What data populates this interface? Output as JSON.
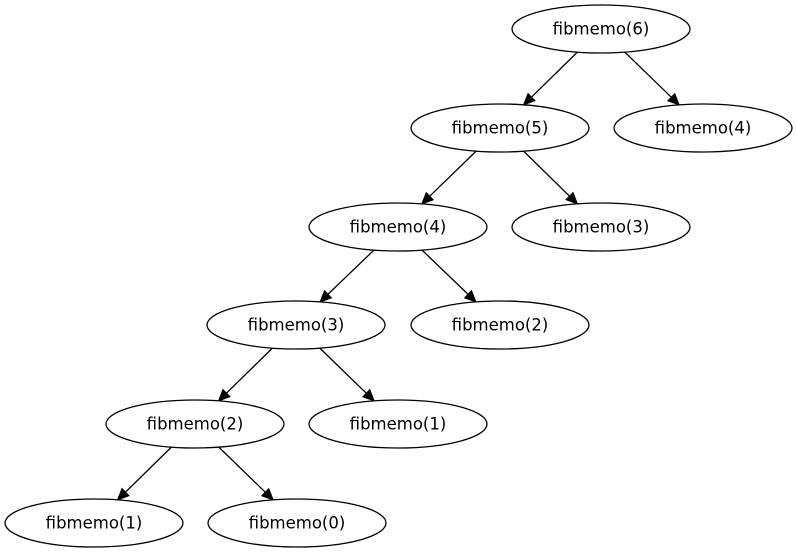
{
  "nodes": [
    {
      "id": "n6",
      "label": "fibmemo(6)"
    },
    {
      "id": "n5",
      "label": "fibmemo(5)"
    },
    {
      "id": "n4b",
      "label": "fibmemo(4)"
    },
    {
      "id": "n4",
      "label": "fibmemo(4)"
    },
    {
      "id": "n3b",
      "label": "fibmemo(3)"
    },
    {
      "id": "n3",
      "label": "fibmemo(3)"
    },
    {
      "id": "n2b",
      "label": "fibmemo(2)"
    },
    {
      "id": "n2",
      "label": "fibmemo(2)"
    },
    {
      "id": "n1b",
      "label": "fibmemo(1)"
    },
    {
      "id": "n1",
      "label": "fibmemo(1)"
    },
    {
      "id": "n0",
      "label": "fibmemo(0)"
    }
  ],
  "edges": [
    {
      "from": "n6",
      "to": "n5"
    },
    {
      "from": "n6",
      "to": "n4b"
    },
    {
      "from": "n5",
      "to": "n4"
    },
    {
      "from": "n5",
      "to": "n3b"
    },
    {
      "from": "n4",
      "to": "n3"
    },
    {
      "from": "n4",
      "to": "n2b"
    },
    {
      "from": "n3",
      "to": "n2"
    },
    {
      "from": "n3",
      "to": "n1b"
    },
    {
      "from": "n2",
      "to": "n1"
    },
    {
      "from": "n2",
      "to": "n0"
    }
  ]
}
